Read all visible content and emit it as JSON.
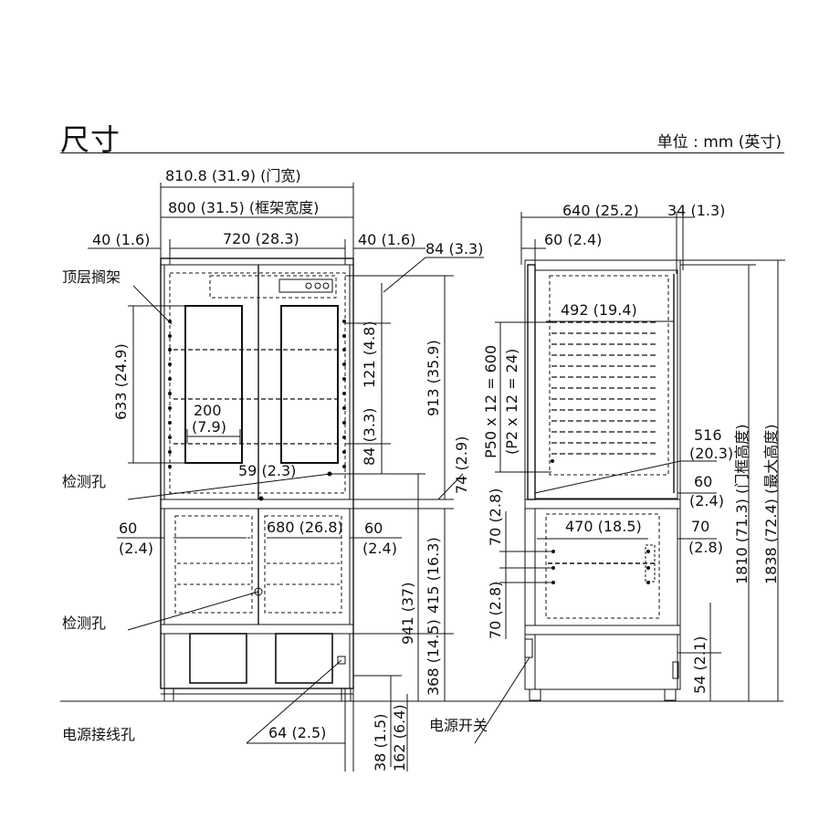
{
  "header": {
    "title": "尺寸",
    "unit_label": "单位 : mm (英寸)"
  },
  "labels": {
    "top_shelf": "顶层搁架",
    "test_port": "检测孔",
    "power_inlet": "电源接线孔",
    "power_switch": "电源开关"
  },
  "dimensions": {
    "door_width": "810.8 (31.9) (门宽)",
    "frame_width": "800 (31.5) (框架宽度)",
    "left_40": "40 (1.6)",
    "inner_720": "720 (28.3)",
    "right_40": "40 (1.6)",
    "top_84": "84 (3.3)",
    "h633": "633 (24.9)",
    "w200_a": "200",
    "w200_b": "(7.9)",
    "h121": "121 (4.8)",
    "h913": "913 (35.9)",
    "h84": "84 (3.3)",
    "w59": "59 (2.3)",
    "h74": "74 (2.9)",
    "left60_a": "60",
    "left60_b": "(2.4)",
    "w680": "680 (26.8)",
    "right60_a": "60",
    "right60_b": "(2.4)",
    "h415": "415 (16.3)",
    "h941": "941 (37)",
    "h368": "368 (14.5)",
    "w64": "64 (2.5)",
    "h38": "38 (1.5)",
    "h162": "162 (6.4)",
    "depth640": "640 (25.2)",
    "d34": "34 (1.3)",
    "d60": "60 (2.4)",
    "d492": "492 (19.4)",
    "pitch_a": "P50 x 12 = 600",
    "pitch_b": "(P2 x 12 = 24)",
    "d516_a": "516",
    "d516_b": "(20.3)",
    "d60b_a": "60",
    "d60b_b": "(2.4)",
    "h70a": "70 (2.8)",
    "d470": "470 (18.5)",
    "d70r_a": "70",
    "d70r_b": "(2.8)",
    "h70b": "70 (2.8)",
    "h54": "54 (2.1)",
    "h1810": "1810 (71.3) (门框高度)",
    "h1838": "1838 (72.4) (最大高度)"
  }
}
